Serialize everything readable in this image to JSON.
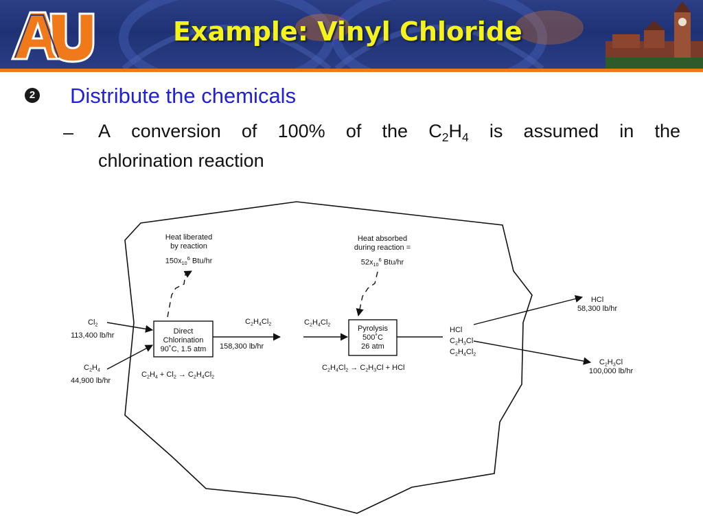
{
  "slide": {
    "title": "Example: Vinyl Chloride",
    "bullet_marker": "2",
    "bullet": "Distribute the chemicals",
    "subbullet_dash": "–",
    "subbullet_words": [
      "A",
      "conversion",
      "of",
      "100%",
      "of",
      "the",
      "C2H4",
      "is",
      "assumed",
      "in",
      "the"
    ],
    "subbullet_line2": "chlorination reaction"
  },
  "diagram": {
    "heat_liberated": [
      "Heat liberated",
      "by reaction",
      "150x10^6 Btu/hr"
    ],
    "heat_absorbed": [
      "Heat absorbed",
      "during reaction =",
      "52x10^6 Btu/hr"
    ],
    "cl2_in": [
      "Cl2",
      "113,400 lb/hr"
    ],
    "c2h4_in": [
      "C2H4",
      "44,900 lb/hr"
    ],
    "direct_chlorination": [
      "Direct",
      "Chlorination",
      "90˚C, 1.5 atm"
    ],
    "chlorination_reaction": "C2H4 + Cl2 → C2H4Cl2",
    "edc_out": [
      "C2H4Cl2",
      "158,300 lb/hr"
    ],
    "edc_in": "C2H4Cl2",
    "pyrolysis": [
      "Pyrolysis",
      "500˚C",
      "26 atm"
    ],
    "pyrolysis_reaction": "C2H4Cl2 → C2H3Cl + HCl",
    "pyrolysis_products": [
      "HCl",
      "C2H3Cl",
      "C2H4Cl2"
    ],
    "hcl_out": [
      "HCl",
      "58,300 lb/hr"
    ],
    "vc_out": [
      "C2H3Cl",
      "100,000 lb/hr"
    ]
  }
}
